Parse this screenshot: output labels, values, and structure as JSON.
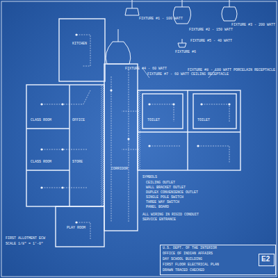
{
  "diagram": {
    "nodes": [
      {
        "text": [
          "U.S. DEPT. OF THE INTERIOR",
          "OFFICE OF INDIAN AFFAIRS",
          "DAY SCHOOL BUILDING",
          "FIRST FLOOR ELECTRICAL PLAN",
          "DRAWN  TRACED  CHECKED"
        ]
      },
      {
        "text": [
          "E2"
        ],
        "in": 0
      }
    ],
    "labels": [
      "FIXTURE #1 - 100 WATT",
      "FIXTURE #2 - 150 WATT",
      "FIXTURE #3 - 200 WATT",
      "FIXTURE #4 - 60 WATT",
      "FIXTURE #5 - 40 WATT",
      "FIXTURE #6",
      "FIXTURE #7 - 60 WATT CEILING RECEPTACLE",
      "FIXTURE #8 - 100 WATT PORCELAIN RECEPTACLE",
      "SYMBOLS",
      "CEILING OUTLET",
      "WALL BRACKET OUTLET",
      "DUPLEX CONVENIENCE OUTLET",
      "SINGLE POLE SWITCH",
      "THREE WAY SWITCH",
      "PANEL BOARD",
      "ALL WIRING IN RIGID CONDUIT",
      "SERVICE ENTRANCE",
      "FIRST ALLOTMENT ECW",
      "SCALE 1/8\" = 1'-0\"",
      "CLASS ROOM",
      "CLASS ROOM",
      "KITCHEN",
      "OFFICE",
      "STORE",
      "CORRIDOR",
      "TOILET",
      "TOILET",
      "PLAY ROOM"
    ]
  }
}
